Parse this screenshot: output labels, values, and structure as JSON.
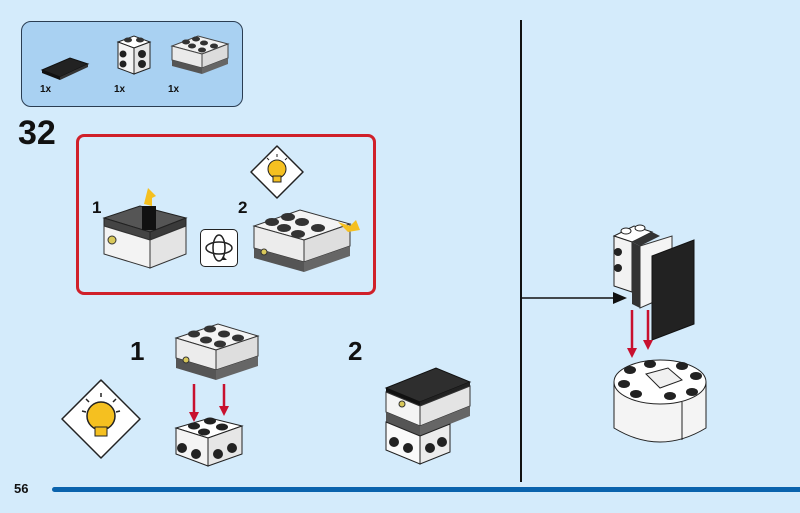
{
  "page": {
    "number": "56",
    "step_number": "32",
    "background_color": "#d4ebfb",
    "accent_color": "#0a63ad",
    "callout_border_color": "#d0202a"
  },
  "parts_list": {
    "items": [
      {
        "name": "black-tile-2x3",
        "quantity": "1x"
      },
      {
        "name": "white-brick-studs-on-sides",
        "quantity": "1x"
      },
      {
        "name": "light-brick",
        "quantity": "1x"
      }
    ]
  },
  "callout": {
    "substeps": [
      {
        "number": "1",
        "description": "remove-battery-cover-tab"
      },
      {
        "number": "2",
        "description": "rotate-and-press-light-button"
      }
    ],
    "icons": [
      "rotate-model-icon",
      "light-bulb-icon"
    ]
  },
  "substeps": [
    {
      "number": "1",
      "icon": "light-bulb-icon"
    },
    {
      "number": "2"
    }
  ]
}
